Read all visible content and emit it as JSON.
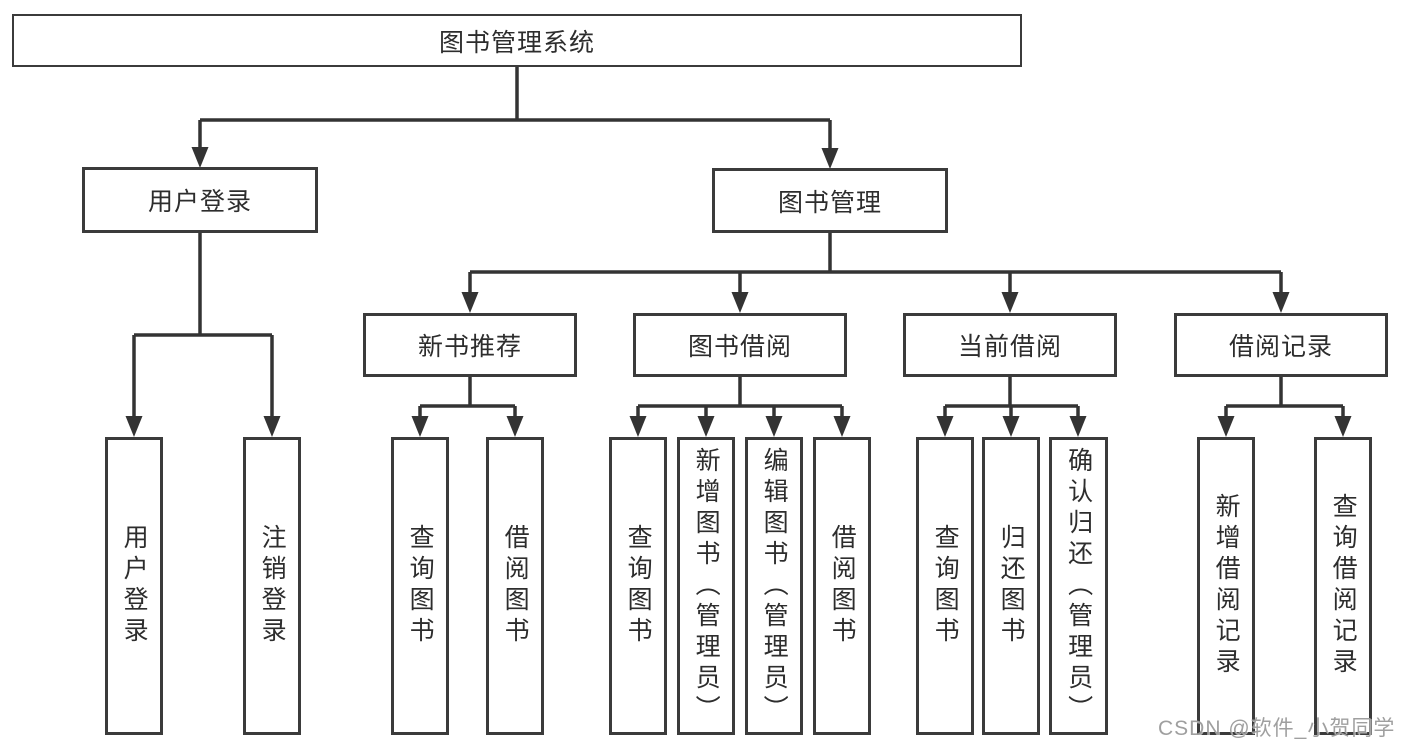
{
  "diagram": {
    "type": "hierarchy-tree",
    "title": "图书管理系统",
    "watermark": "CSDN @软件_小贺同学",
    "colors": {
      "line": "#333333",
      "box_border": "#3b3b3b",
      "box_background": "#ffffff",
      "text": "#2d2d2d",
      "watermark": "#9a9a9a",
      "page_background": "#ffffff"
    },
    "nodes": {
      "root": "图书管理系统",
      "l2": [
        "用户登录",
        "图书管理"
      ],
      "l3": [
        "新书推荐",
        "图书借阅",
        "当前借阅",
        "借阅记录"
      ],
      "leaves": [
        "用户登录",
        "注销登录",
        "查询图书",
        "借阅图书",
        "查询图书",
        "新增图书（管理员）",
        "编辑图书（管理员）",
        "借阅图书",
        "查询图书",
        "归还图书",
        "确认归还（管理员）",
        "新增借阅记录",
        "查询借阅记录"
      ]
    },
    "structure": {
      "图书管理系统": [
        "用户登录",
        "图书管理"
      ],
      "用户登录": [
        "用户登录",
        "注销登录"
      ],
      "图书管理": [
        "新书推荐",
        "图书借阅",
        "当前借阅",
        "借阅记录"
      ],
      "新书推荐": [
        "查询图书",
        "借阅图书"
      ],
      "图书借阅": [
        "查询图书",
        "新增图书（管理员）",
        "编辑图书（管理员）",
        "借阅图书"
      ],
      "当前借阅": [
        "查询图书",
        "归还图书",
        "确认归还（管理员）"
      ],
      "借阅记录": [
        "新增借阅记录",
        "查询借阅记录"
      ]
    }
  }
}
